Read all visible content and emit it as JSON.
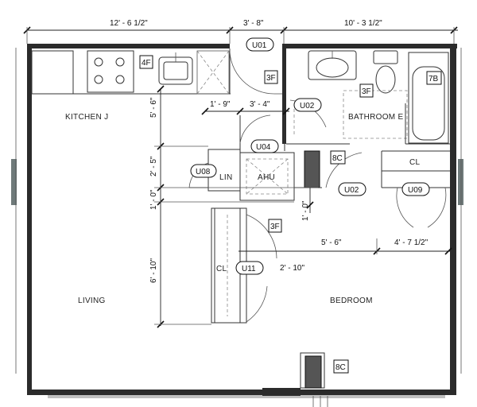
{
  "rooms": {
    "kitchen": "KITCHEN J",
    "living": "LIVING",
    "bathroom": "BATHROOM E",
    "bedroom": "BEDROOM",
    "linen": "LIN",
    "ahu": "AHU",
    "closet_bed": "CL",
    "closet_hall": "CL"
  },
  "dimensions": {
    "top_left": "12' - 6 1/2\"",
    "top_mid": "3' - 8\"",
    "top_right": "10' - 3 1/2\"",
    "left_vert_1": "5' - 6\"",
    "left_vert_2": "2' - 5\"",
    "left_vert_3": "1' - 0\"",
    "left_vert_4": "6' - 10\"",
    "inner_1": "1' - 9\"",
    "inner_2": "3' - 4\"",
    "hall_vert": "1' - 0\"",
    "bed_1": "5' - 6\"",
    "bed_2": "4' - 7 1/2\"",
    "closet_w": "2' - 10\""
  },
  "doors": {
    "u01": "U01",
    "u02_bath": "U02",
    "u04": "U04",
    "u08": "U08",
    "u02_bed": "U02",
    "u09": "U09",
    "u11": "U11"
  },
  "tags": {
    "kitchen_4f": "4F",
    "entry_3f": "3F",
    "bath_3f": "3F",
    "tub_7b": "7B",
    "hall_8c": "8C",
    "ahu_3f": "3F",
    "bottom_8c": "8C"
  }
}
